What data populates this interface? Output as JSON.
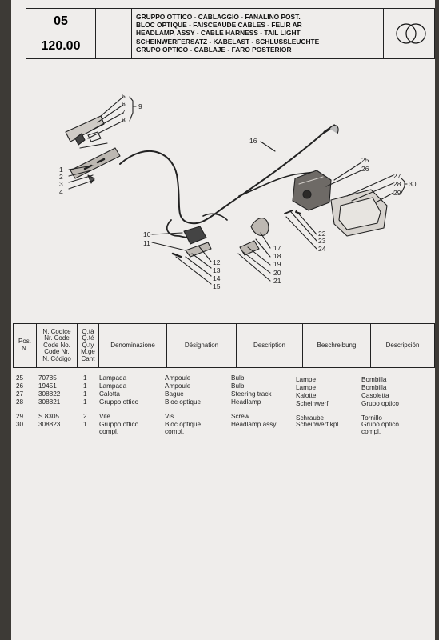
{
  "header": {
    "section": "05",
    "page": "120.00",
    "titles": [
      "GRUPPO  OTTICO - CABLAGGIO - FANALINO POST.",
      "BLOC OPTIQUE - FAISCEAUDE CABLES - FELIR AR",
      "HEADLAMP, ASSY - CABLE HARNESS - TAIL LIGHT",
      "SCHEINWERFERSATZ - KABELAST - SCHLUSSLEUCHTE",
      "GRUPO OPTICO - CABLAJE - FARO POSTERIOR"
    ]
  },
  "diagram": {
    "callouts": [
      "1",
      "2",
      "3",
      "4",
      "5",
      "6",
      "7",
      "8",
      "9",
      "10",
      "11",
      "12",
      "13",
      "14",
      "15",
      "16",
      "17",
      "18",
      "19",
      "20",
      "21",
      "22",
      "23",
      "24",
      "25",
      "26",
      "27",
      "28",
      "29",
      "30"
    ]
  },
  "table": {
    "headers": {
      "pos": "Pos.\nN.",
      "code": "N. Codice\nNr. Code\nCode No.\nCode Nr.\nN. Código",
      "qty": "Q.tà\nQ.té\nQ.ty\nM.ge\nCant",
      "it": "Denominazione",
      "fr": "Désignation",
      "en": "Description",
      "de": "Beschreibung",
      "es": "Descripción"
    },
    "rows": [
      {
        "pos": "25",
        "code": "70785",
        "qty": "1",
        "it": "Lampada",
        "fr": "Ampoule",
        "en": "Bulb",
        "de": "Lampe",
        "es": "Bombilla"
      },
      {
        "pos": "26",
        "code": "19451",
        "qty": "1",
        "it": "Lampada",
        "fr": "Ampoule",
        "en": "Bulb",
        "de": "Lampe",
        "es": "Bombilla"
      },
      {
        "pos": "27",
        "code": "308822",
        "qty": "1",
        "it": "Calotta",
        "fr": "Bague",
        "en": "Steering track",
        "de": "Kalotte",
        "es": "Casoletta"
      },
      {
        "pos": "28",
        "code": "308821",
        "qty": "1",
        "it": "Gruppo ottico",
        "fr": "Bloc optique",
        "en": "Headlamp",
        "de": "Scheinwerf",
        "es": "Grupo optico"
      },
      {
        "pos": "29",
        "code": "S.8305",
        "qty": "2",
        "it": "Vite",
        "fr": "Vis",
        "en": "Screw",
        "de": "Schraube",
        "es": "Tornillo"
      },
      {
        "pos": "30",
        "code": "308823",
        "qty": "1",
        "it": "Gruppo ottico\ncompl.",
        "fr": "Bloc optique\ncompl.",
        "en": "Headlamp assy",
        "de": "Scheinwerf kpl",
        "es": "Grupo optico\ncompl."
      }
    ]
  }
}
